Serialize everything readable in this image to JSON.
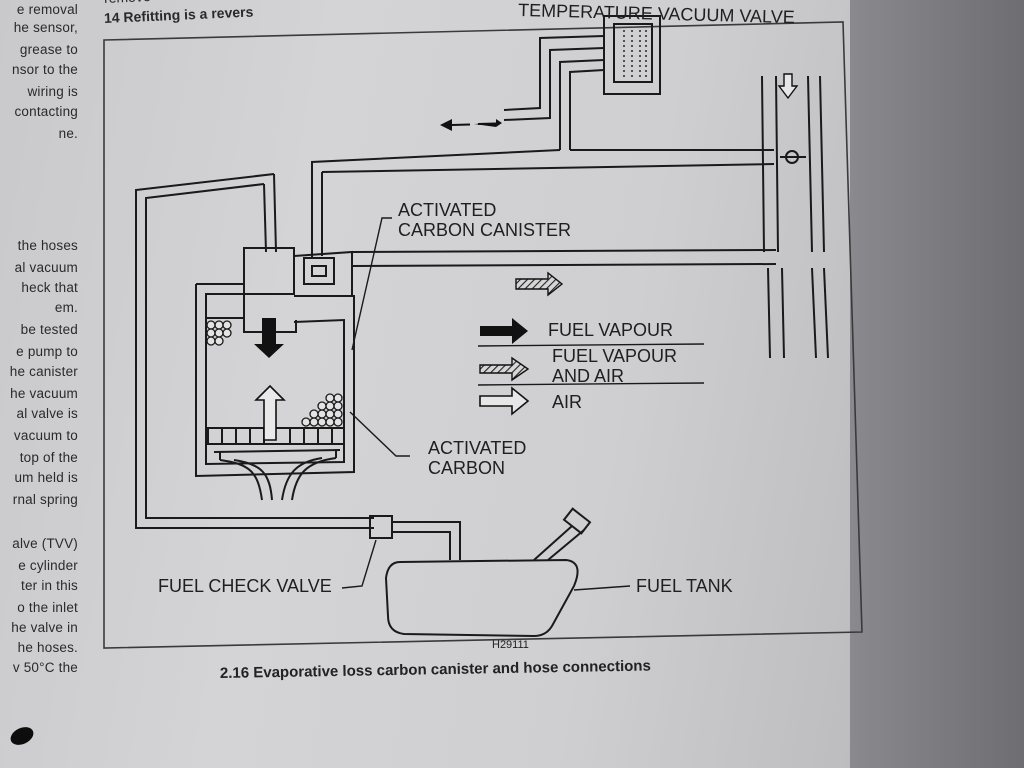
{
  "left_column_lines": [
    "e removal",
    "he sensor,",
    "grease to",
    "nsor to the",
    "wiring is",
    "contacting",
    "ne.",
    "the hoses",
    "al vacuum",
    "heck that",
    "em.",
    "be tested",
    "e pump to",
    "he canister",
    "he vacuum",
    "al valve is",
    "vacuum to",
    "top of the",
    "um held is",
    "rnal spring",
    "alve (TVV)",
    "e cylinder",
    "ter in this",
    "o the inlet",
    "he valve in",
    "he hoses.",
    "v 50°C the"
  ],
  "top_text": {
    "line1": "remove",
    "line2": "14 Refitting is a revers"
  },
  "diagram": {
    "labels": {
      "tvv": "TEMPERATURE VACUUM VALVE",
      "canister_line1": "ACTIVATED",
      "canister_line2": "CARBON CANISTER",
      "carbon_line1": "ACTIVATED",
      "carbon_line2": "CARBON",
      "check_valve": "FUEL CHECK VALVE",
      "fuel_tank": "FUEL TANK",
      "ref": "H29111"
    },
    "legend": [
      {
        "arrow": "solid-arrow",
        "line1": "FUEL VAPOUR",
        "line2": ""
      },
      {
        "arrow": "hatched-arrow",
        "line1": "FUEL VAPOUR",
        "line2": "AND AIR"
      },
      {
        "arrow": "outline-arrow",
        "line1": "AIR",
        "line2": ""
      }
    ],
    "caption": "2.16 Evaporative loss carbon canister and hose connections"
  }
}
